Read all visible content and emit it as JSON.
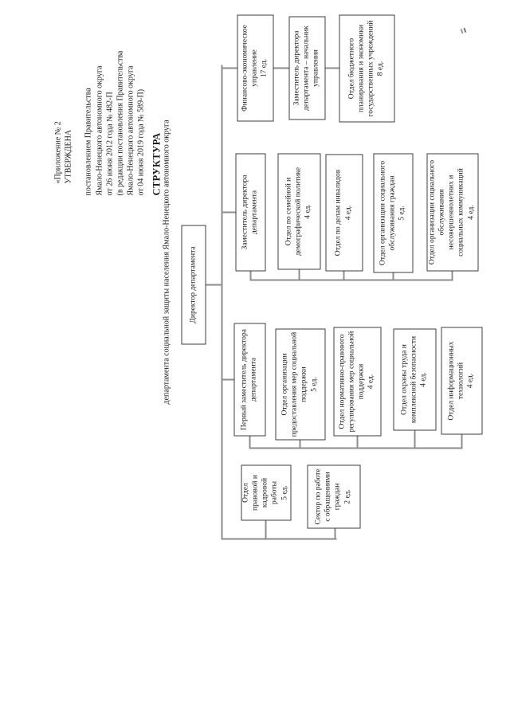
{
  "approval": {
    "lines": [
      "«Приложение № 2",
      "УТВЕРЖДЕНА",
      "постановлением Правительства",
      "Ямало-Ненецкого автономного округа",
      "от 26 июня 2012 года № 482-П",
      "(в редакции постановления Правительства",
      "Ямало-Ненецкого автономного округа",
      "от 04 июня 2019 года № 589-П)"
    ]
  },
  "title": {
    "main": "СТРУКТУРА",
    "sub": "департамента социальной защиты населения Ямало-Ненецкого автономного округа"
  },
  "org": {
    "director": "Директор департамента",
    "left_units": [
      {
        "label": "Отдел правовой и кадровой работы",
        "count": "5 ед."
      },
      {
        "label": "Сектор по работе с обращениями граждан",
        "count": "2 ед."
      }
    ],
    "branches": [
      {
        "head": {
          "label": "Первый заместитель директора департамента"
        },
        "children": [
          {
            "label": "Отдел организации предоставления мер социальной поддержки",
            "count": "5 ед."
          },
          {
            "label": "Отдел нормативно-правового регулирования мер социальной поддержки",
            "count": "4 ед."
          },
          {
            "label": "Отдел охраны труда и комплексной безопасности",
            "count": "4 ед."
          },
          {
            "label": "Отдел информационных технологий",
            "count": "4 ед."
          }
        ]
      },
      {
        "head": {
          "label": "Заместитель директора департамента"
        },
        "children": [
          {
            "label": "Отдел по семейной и демографической политике",
            "count": "4 ед."
          },
          {
            "label": "Отдел по делам инвалидов",
            "count": "4 ед."
          },
          {
            "label": "Отдел организации социального обслуживания граждан",
            "count": "5 ед."
          },
          {
            "label": "Отдел организации социального обслуживания несовершеннолетних и социальных коммуникаций",
            "count": "4 ед."
          }
        ]
      },
      {
        "head": {
          "label": "Финансово-экономическое управление",
          "count": "17 ед."
        },
        "children": [
          {
            "label": "Заместитель директора департамента – начальник управления"
          },
          {
            "label": "Отдел бюджетного планирования и экономики государственных учреждений",
            "count": "8 ед."
          }
        ]
      }
    ]
  },
  "colors": {
    "paper": "#ffffff",
    "ink": "#1c1c1c",
    "box_border": "#3d3d3d",
    "connector": "#8c8c8c"
  }
}
